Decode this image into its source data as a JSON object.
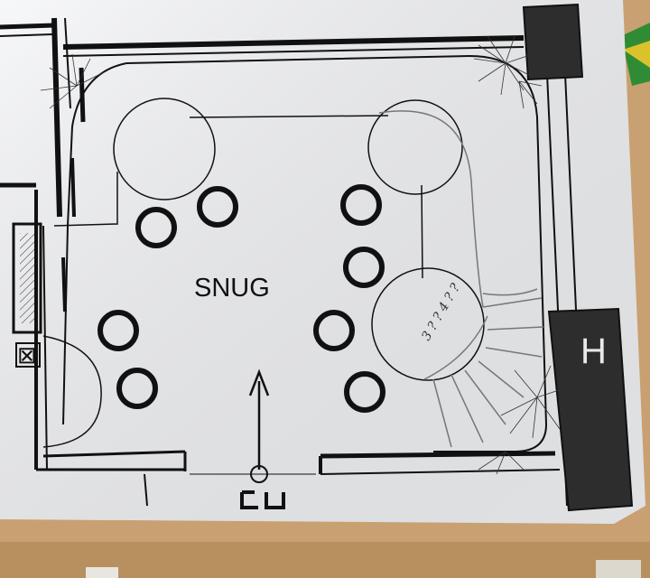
{
  "photo": {
    "subject": "printed floor plan on a table",
    "paper_color": "#f4f5f7",
    "table_color": "#c9a072",
    "ink_color": "#111111",
    "pencil_color": "#777777",
    "accent_color": "#3b9b3a"
  },
  "plan": {
    "room_label": "SNUG",
    "door_symbol": "H",
    "handwritten_note": "3 ? ? 4 ? ?",
    "grid_mark": "⊠"
  }
}
